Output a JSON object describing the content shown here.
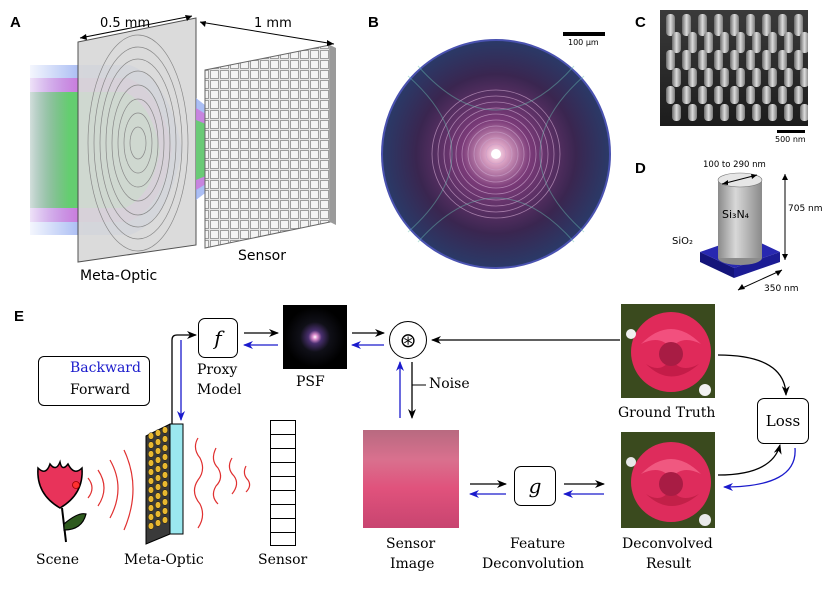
{
  "panels": {
    "a": "A",
    "b": "B",
    "c": "C",
    "d": "D",
    "e": "E"
  },
  "panel_a": {
    "dim_left": "0.5 mm",
    "dim_right": "1 mm",
    "meta_optic_label": "Meta-Optic",
    "sensor_label": "Sensor"
  },
  "panel_b": {
    "scale_bar": "100 µm"
  },
  "panel_c": {
    "scale_bar": "500 nm"
  },
  "panel_d": {
    "diameter": "100 to 290 nm",
    "pillar_material": "Si₃N₄",
    "substrate_material": "SiO₂",
    "height": "705 nm",
    "period": "350 nm"
  },
  "panel_e": {
    "legend": {
      "backward": "Backward",
      "forward": "Forward"
    },
    "proxy_symbol": "f",
    "proxy_label_1": "Proxy",
    "proxy_label_2": "Model",
    "psf_label": "PSF",
    "conv_symbol": "⊛",
    "noise_label": "Noise",
    "ground_truth_label": "Ground Truth",
    "loss_label": "Loss",
    "scene_label": "Scene",
    "meta_optic_label": "Meta-Optic",
    "sensor_label": "Sensor",
    "sensor_image_1": "Sensor",
    "sensor_image_2": "Image",
    "g_symbol": "g",
    "feature_1": "Feature",
    "feature_2": "Deconvolution",
    "deconv_1": "Deconvolved",
    "deconv_2": "Result"
  },
  "colors": {
    "backward_arrow": "#1a1acc",
    "forward_arrow": "#000000",
    "wave_red": "#e03030",
    "rose_red": "#e8335a",
    "substrate_blue": "#1a1a9a"
  }
}
